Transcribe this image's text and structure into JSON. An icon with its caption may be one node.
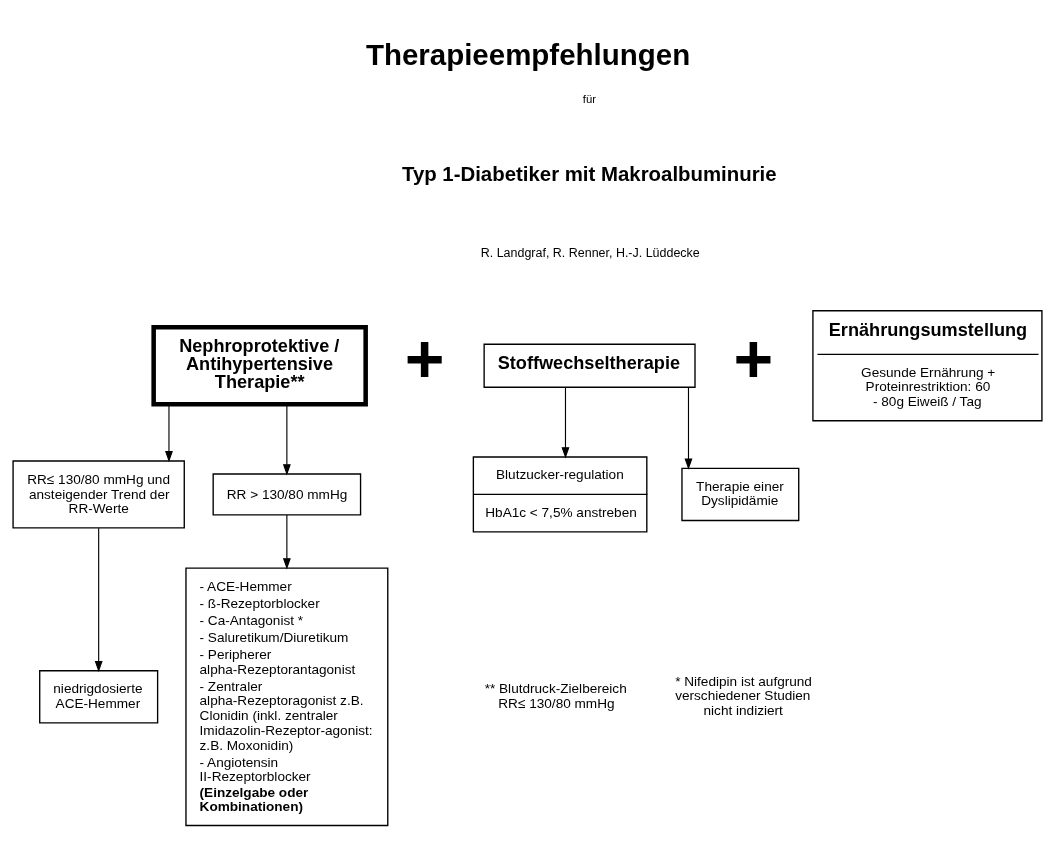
{
  "diagram": {
    "title": "Therapieempfehlungen",
    "nodes": [
      {
        "text": [
          "Nephroprotektive / Antihypertensive Therapie**"
        ]
      },
      {
        "text": [
          "Stoffwechseltherapie"
        ]
      },
      {
        "text": [
          "Ernährungsumstellung",
          "Gesunde Ernährung + Proteinrestriktion: 60 - 80g Eiweiß / Tag"
        ]
      },
      {
        "text": [
          "RR≤ 130/80 mmHg und ansteigender Trend der RR-Werte"
        ]
      },
      {
        "text": [
          "RR > 130/80 mmHg"
        ]
      },
      {
        "text": [
          "niedrigdosierte ACE-Hemmer"
        ]
      },
      {
        "text": [
          "- ACE-Hemmer",
          "- ß-Rezeptorblocker",
          "- Ca-Antagonist *",
          "- Saluretikum/Diuretikum",
          "- Peripherer alpha-Rezeptorantagonist",
          "- Zentraler alpha-Rezeptoragonist z.B. Clonidin (inkl. zentraler Imidazolin-Rezeptor-agonist: z.B. Moxonidin)",
          "- Angiotensin II-Rezeptorblocker",
          "(Einzelgabe oder Kombinationen)"
        ]
      },
      {
        "text": [
          "Blutzucker-regulation",
          "HbA1c < 7,5% anstreben"
        ]
      },
      {
        "text": [
          "Therapie einer Dyslipidämie"
        ]
      }
    ],
    "edges": [
      {
        "from": 0,
        "to": 3,
        "arrow": "to"
      },
      {
        "from": 0,
        "to": 4,
        "arrow": "to"
      },
      {
        "from": 3,
        "to": 5,
        "arrow": "to"
      },
      {
        "from": 4,
        "to": 6,
        "arrow": "to"
      },
      {
        "from": 1,
        "to": 7,
        "arrow": "to"
      },
      {
        "from": 1,
        "to": 8,
        "arrow": "to"
      }
    ],
    "labels": [
      "für",
      "Typ 1-Diabetiker mit Makroalbuminurie",
      "R. Landgraf, R. Renner, H.-J. Lüddecke",
      "+",
      "+",
      "** Blutdruck-Zielbereich RR≤ 130/80 mmHg",
      "* Nifedipin ist aufgrund verschiedener Studien nicht indiziert"
    ]
  }
}
